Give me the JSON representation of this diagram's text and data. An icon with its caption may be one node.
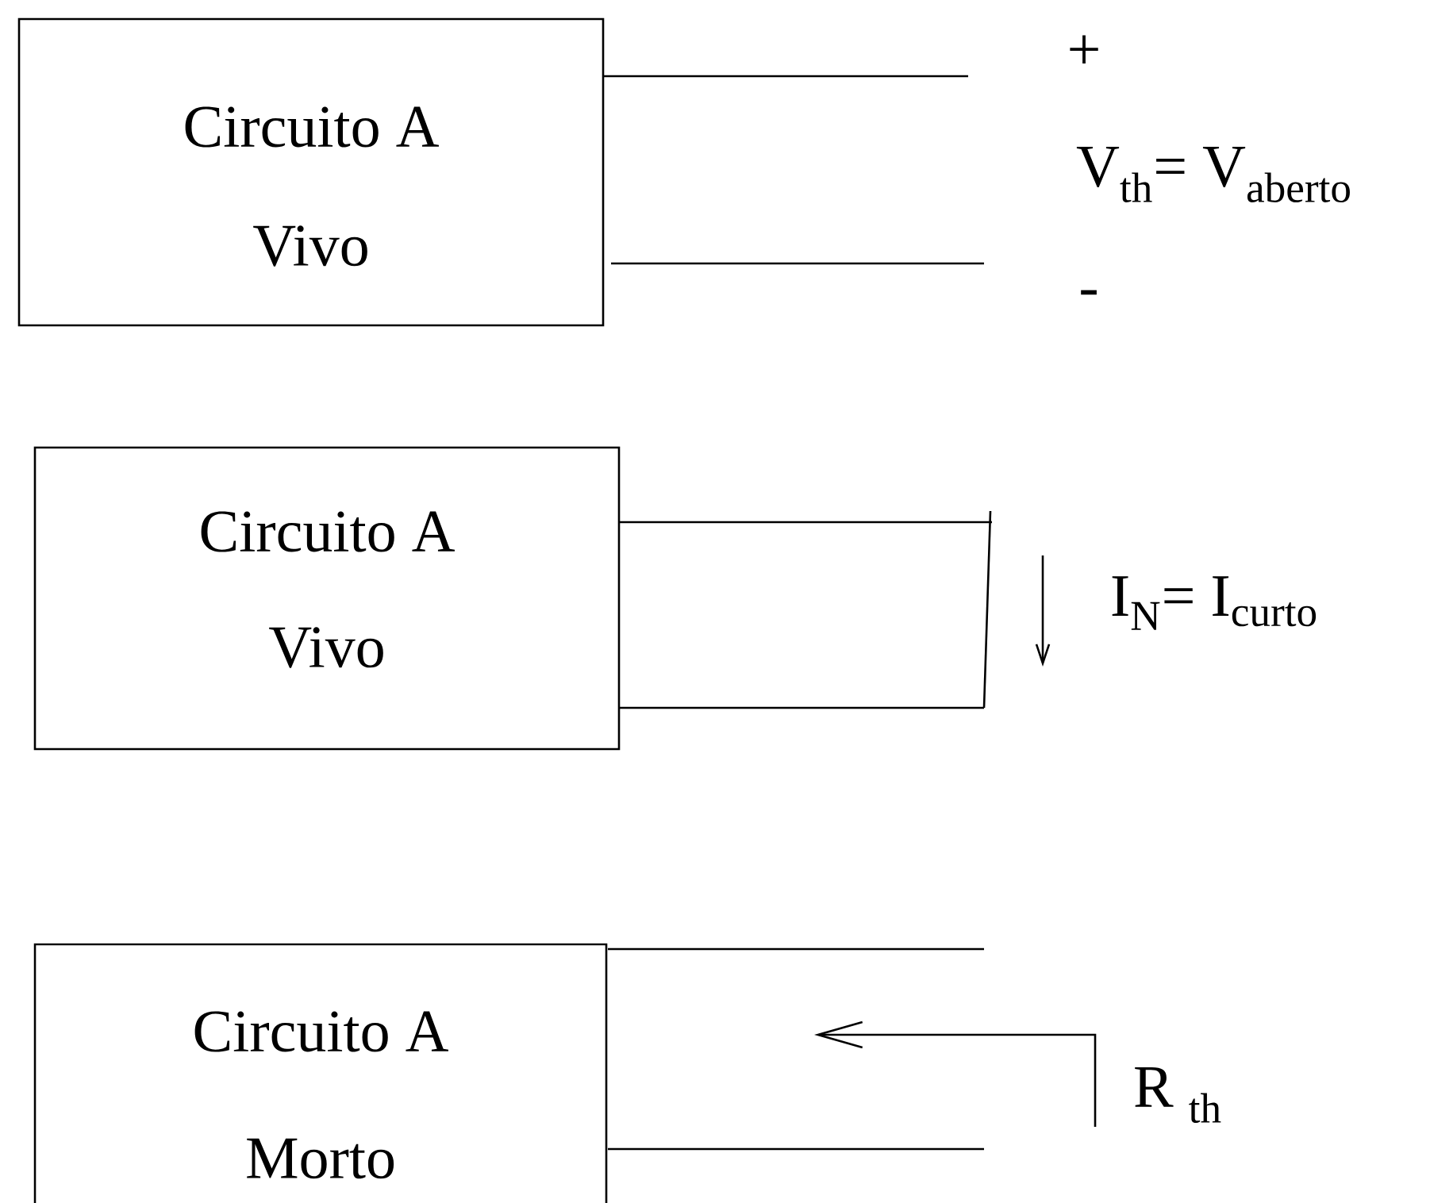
{
  "diagram": {
    "nodes": [
      {
        "text": [
          "Circuito A",
          "Vivo"
        ]
      },
      {
        "text": [
          "Circuito A",
          "Vivo"
        ]
      },
      {
        "text": [
          "Circuito A",
          "Morto"
        ]
      }
    ],
    "labels": [
      "+",
      "V$_{th}$= V$_{aberto}$",
      "-",
      "I$_{N}$= I$_{curto}$",
      "R $_{th}$"
    ]
  }
}
